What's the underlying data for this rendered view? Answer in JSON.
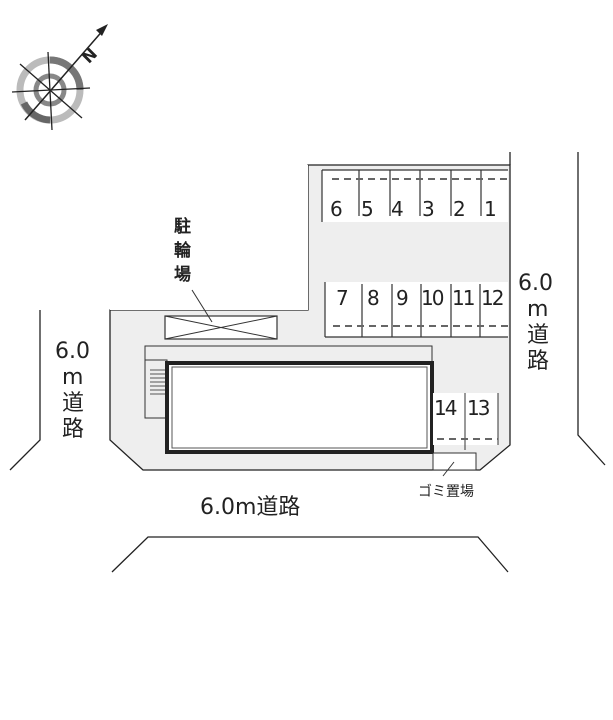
{
  "compass": {
    "north_label": "N"
  },
  "parking_top": [
    "6",
    "5",
    "4",
    "3",
    "2",
    "1"
  ],
  "parking_bottom": [
    "7",
    "8",
    "9",
    "10",
    "11",
    "12"
  ],
  "parking_side": [
    "14",
    "13"
  ],
  "bicycle_parking": {
    "line1": "駐",
    "line2": "輪",
    "line3": "場"
  },
  "garbage_label": "ゴミ置場",
  "road_bottom": "6.0m道路",
  "road_left": {
    "width": "6.0",
    "unit": "m",
    "c1": "道",
    "c2": "路"
  },
  "road_right": {
    "width": "6.0",
    "unit": "m",
    "c1": "道",
    "c2": "路"
  }
}
